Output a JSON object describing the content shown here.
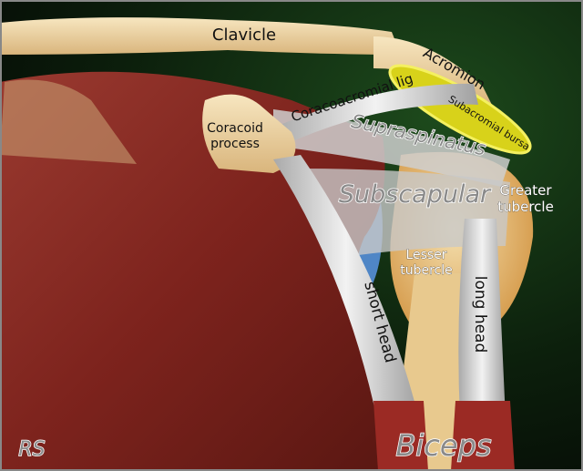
{
  "title": "Shoulder anatomy - anterior view",
  "labels": {
    "clavicle": "Clavicle",
    "acromion": "Acromion",
    "subacromial_bursa": "Subacromial bursa",
    "coracoacromial_lig": "Coracoacromial lig",
    "coracoid_line1": "Coracoid",
    "coracoid_line2": "process",
    "supraspinatus": "Supraspinatus",
    "subscapular": "Subscapular",
    "greater_line1": "Greater",
    "greater_line2": "tubercle",
    "lesser_line1": "Lesser",
    "lesser_line2": "tubercle",
    "short_head": "short head",
    "long_head": "long head",
    "biceps": "Biceps"
  },
  "signature": "RS",
  "colors": {
    "background": "#0f2a10",
    "bone": "#ecd3a3",
    "muscle": "#8a2a22",
    "tendon": "#d8d8d8",
    "bursa": "#d8d21a"
  }
}
